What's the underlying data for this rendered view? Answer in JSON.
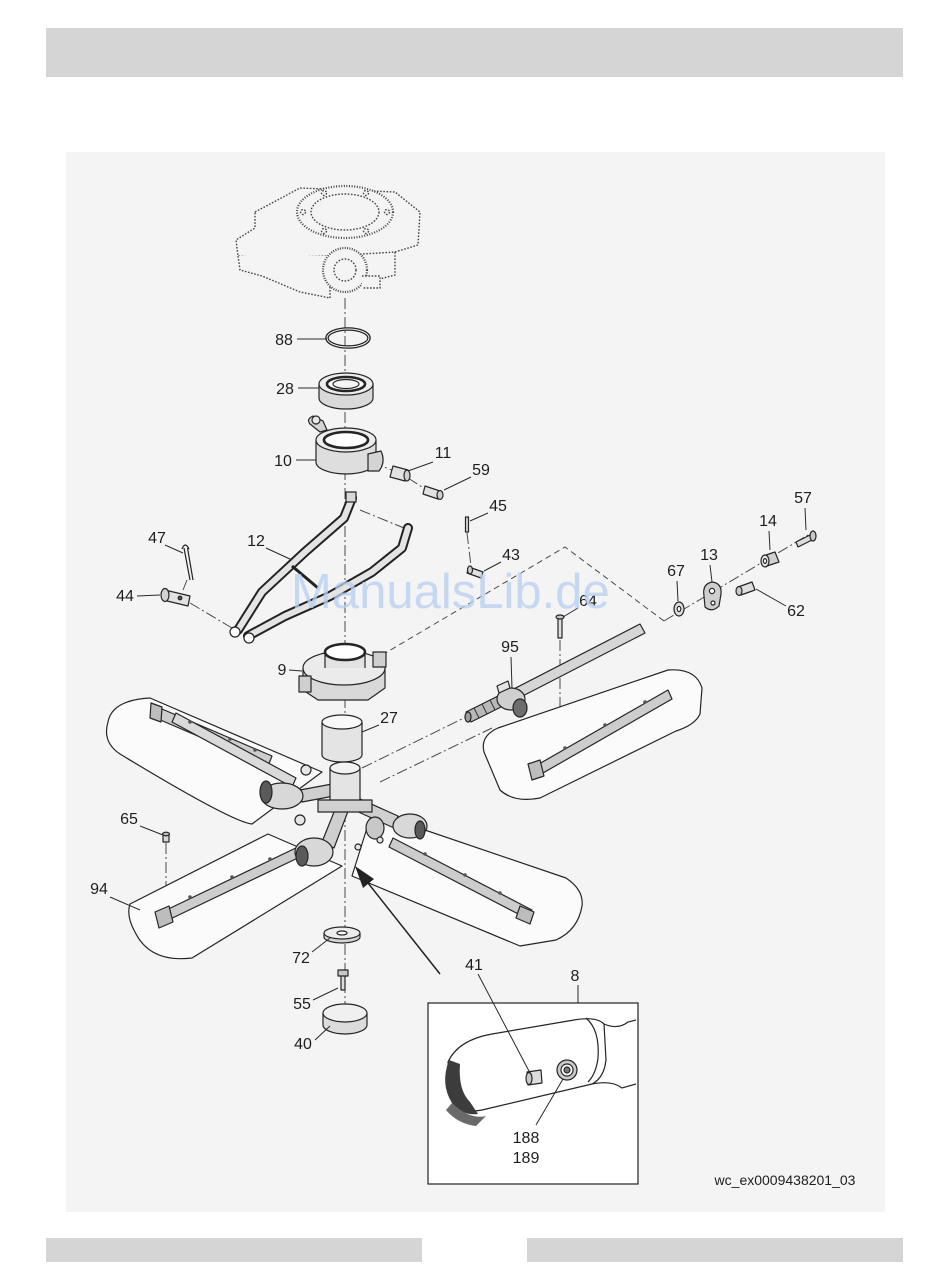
{
  "figure": {
    "callouts": [
      "88",
      "28",
      "10",
      "11",
      "59",
      "45",
      "43",
      "47",
      "12",
      "44",
      "57",
      "14",
      "13",
      "67",
      "64",
      "62",
      "95",
      "9",
      "27",
      "65",
      "94",
      "72",
      "55",
      "40"
    ],
    "inset_callouts": [
      "41",
      "8",
      "188",
      "189"
    ],
    "figure_id": "wc_ex0009438201_03"
  },
  "watermark": "ManualsLib.de",
  "colors": {
    "bar": "#d5d5d5",
    "panel": "#f4f4f4",
    "watermark": "#b9d0f0"
  }
}
